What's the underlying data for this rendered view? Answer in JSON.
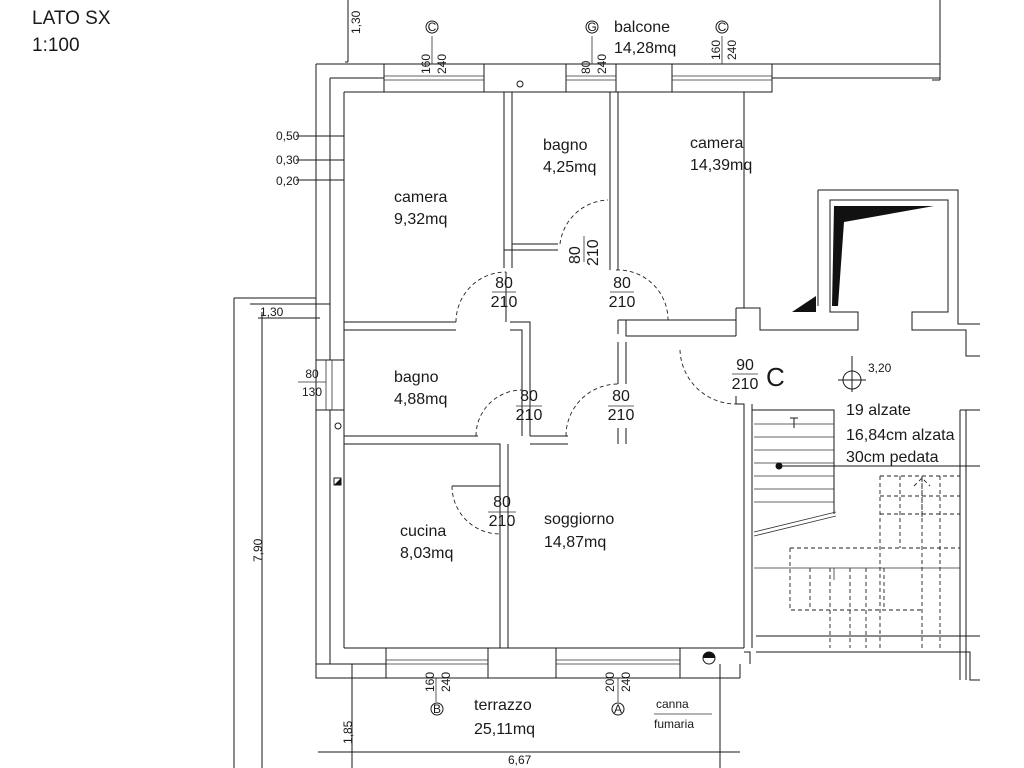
{
  "header": {
    "line1": "LATO SX",
    "line2": "1:100"
  },
  "rooms": [
    {
      "name": "balcone",
      "area": "14,28mq"
    },
    {
      "name": "bagno",
      "area": "4,25mq"
    },
    {
      "name": "camera",
      "area": "14,39mq"
    },
    {
      "name": "camera",
      "area": "9,32mq"
    },
    {
      "name": "bagno",
      "area": "4,88mq"
    },
    {
      "name": "cucina",
      "area": "8,03mq"
    },
    {
      "name": "soggiorno",
      "area": "14,87mq"
    },
    {
      "name": "terrazzo",
      "area": "25,11mq"
    }
  ],
  "doors": [
    {
      "w": "80",
      "h": "210"
    },
    {
      "w": "80",
      "h": "210"
    },
    {
      "w": "80",
      "h": "210"
    },
    {
      "w": "80",
      "h": "210"
    },
    {
      "w": "80",
      "h": "210"
    },
    {
      "w": "80",
      "h": "210"
    },
    {
      "w": "90",
      "h": "210"
    }
  ],
  "windows": [
    {
      "tag": "C",
      "w": "160",
      "h": "240"
    },
    {
      "tag": "G",
      "w": "80",
      "h": "240"
    },
    {
      "tag": "C",
      "w": "160",
      "h": "240"
    },
    {
      "tag": "B",
      "w": "160",
      "h": "240"
    },
    {
      "tag": "A",
      "w": "200",
      "h": "240"
    }
  ],
  "side_window": {
    "w": "80",
    "h": "130"
  },
  "dimensions": {
    "top_left": "1,30",
    "d050": "0,50",
    "d030": "0,30",
    "d020": "0,20",
    "left_offset": "1,30",
    "vertical_total": "7,90",
    "bottom_left": "1,85",
    "bottom_total": "6,67"
  },
  "stair": {
    "zone": "C",
    "radius": "3,20",
    "risers": "19 alzate",
    "riser_height": "16,84cm alzata",
    "tread": "30cm pedata"
  },
  "chimney": {
    "line1": "canna",
    "line2": "fumaria"
  }
}
